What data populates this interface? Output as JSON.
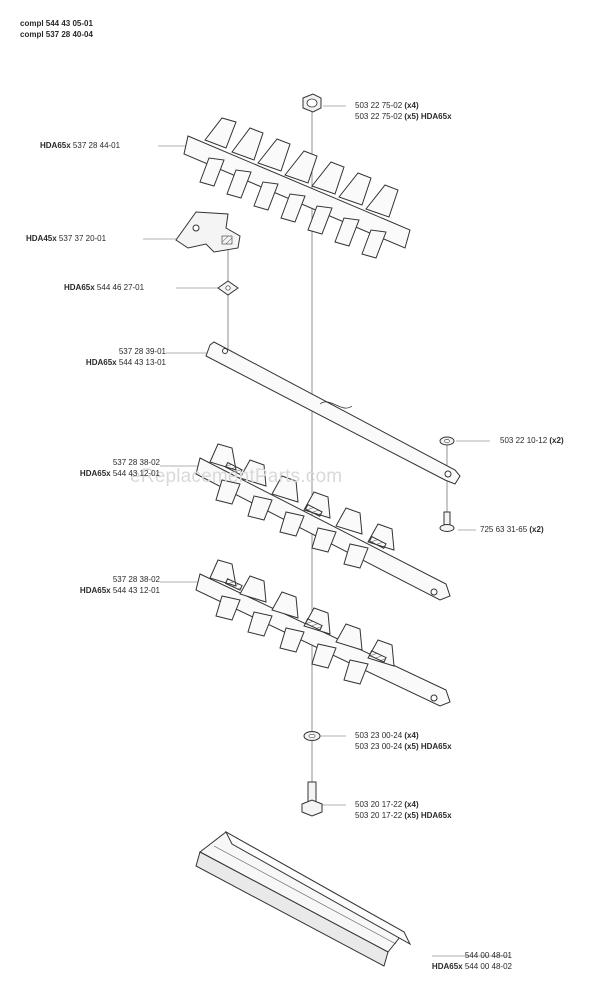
{
  "header": {
    "line1": "compl 544 43 05-01",
    "line2": "compl 537 28 40-04"
  },
  "watermark": "eReplacementParts.com",
  "labels": {
    "nut_a": "503 22 75-02",
    "nut_a_qty": "(x4)",
    "nut_b": "503 22 75-02",
    "nut_b_qty": "(x5) HDA65x",
    "guard_model": "HDA65x",
    "guard_part": "537 28 44-01",
    "clip_model": "HDA45x",
    "clip_part": "537 37 20-01",
    "washer_model": "HDA65x",
    "washer_part": "544 46 27-01",
    "bar_part": "537 28 39-01",
    "bar_model": "HDA65x",
    "bar_alt": "544 43 13-01",
    "washer_r_part": "503 22 10-12",
    "washer_r_qty": "(x2)",
    "blade1_part": "537 28 38-02",
    "blade1_model": "HDA65x",
    "blade1_alt": "544 43 12-01",
    "screw_r_part": "725 63 31-65",
    "screw_r_qty": "(x2)",
    "blade2_part": "537 28 38-02",
    "blade2_model": "HDA65x",
    "blade2_alt": "544 43 12-01",
    "spacer_a": "503 23 00-24",
    "spacer_a_qty": "(x4)",
    "spacer_b": "503 23 00-24",
    "spacer_b_qty": "(x5) HDA65x",
    "bolt_a": "503 20 17-22",
    "bolt_a_qty": "(x4)",
    "bolt_b": "503 20 17-22",
    "bolt_b_qty": "(x5) HDA65x",
    "cover_part": "544 00 48-01",
    "cover_model": "HDA65x",
    "cover_alt": "544 00 48-02"
  }
}
